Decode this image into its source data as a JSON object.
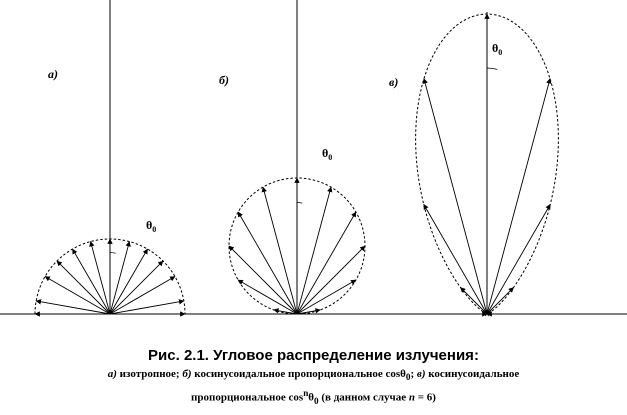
{
  "diagram": {
    "panels": [
      {
        "id": "a",
        "label": "а)",
        "model": "isotropic",
        "exponent": 0,
        "angle_label": "θ",
        "angle_subscript": "0"
      },
      {
        "id": "b",
        "label": "б)",
        "model": "cosine",
        "exponent": 1,
        "angle_label": "θ",
        "angle_subscript": "0"
      },
      {
        "id": "v",
        "label": "в)",
        "model": "cosine-power",
        "exponent": 6,
        "angle_label": "θ",
        "angle_subscript": "0"
      }
    ],
    "ray_angles_deg": [
      -80,
      -60,
      -45,
      -30,
      -15,
      0,
      15,
      30,
      45,
      60,
      80
    ]
  },
  "caption": {
    "title": "Рис. 2.1. Угловое распределение излучения:",
    "line1_p1": "а)",
    "line1_p2": " изотропное; ",
    "line1_p3": "б)",
    "line1_p4": " косинусоидальное пропорциональное cosθ",
    "line1_p5": "0",
    "line1_p6": "; ",
    "line1_p7": "в)",
    "line1_p8": " косинусоидальное",
    "line2_p1": "пропорциональное cos",
    "line2_p2": "n",
    "line2_p3": "θ",
    "line2_p4": "0",
    "line2_p5": " (в данном случае ",
    "line2_p6": "n",
    "line2_p7": " = 6)"
  }
}
